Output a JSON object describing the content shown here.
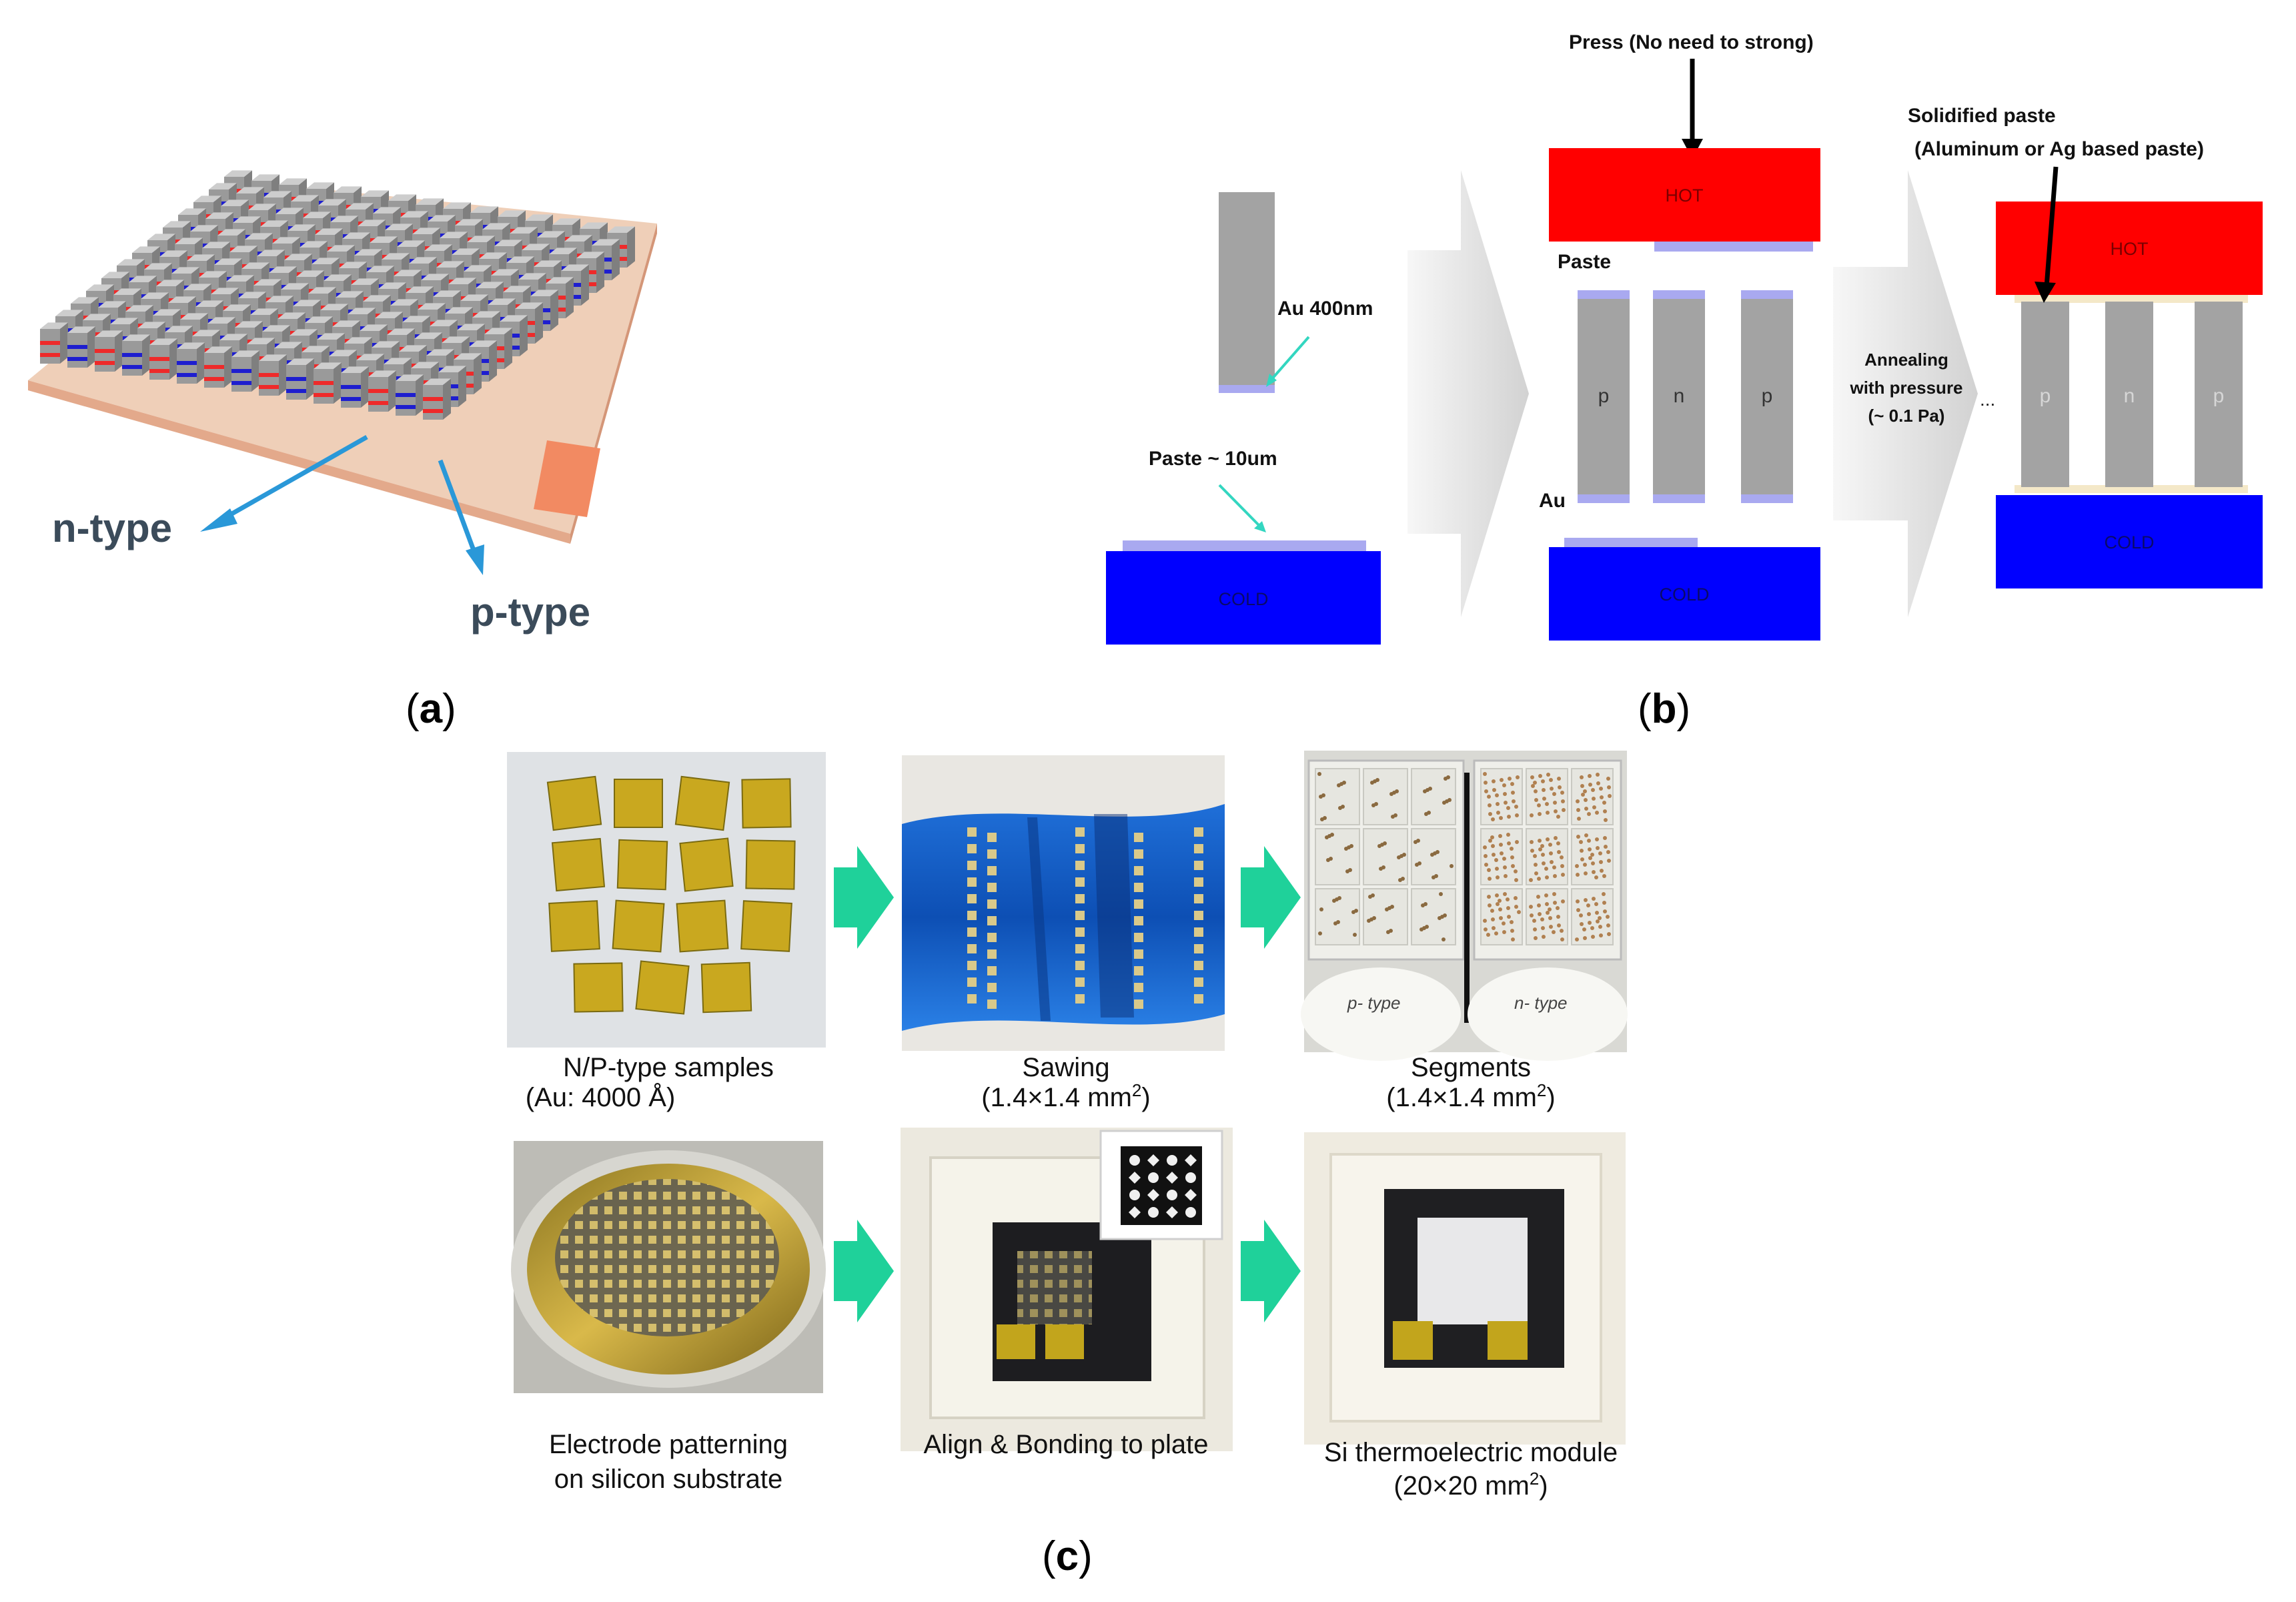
{
  "panel_labels": {
    "open": "(",
    "a": "a",
    "b": "b",
    "c": "c",
    "close": ")"
  },
  "panel_a": {
    "n_type": "n-type",
    "p_type": "p-type"
  },
  "panel_b": {
    "press": "Press (No need to strong)",
    "solidified_1": "Solidified paste",
    "solidified_2": "(Aluminum or Ag based paste)",
    "hot": "HOT",
    "cold": "COLD",
    "au_400": "Au  400nm",
    "paste_10": "Paste  ~ 10um",
    "paste": "Paste",
    "au": "Au",
    "leg_p": "p",
    "leg_n": "n",
    "annealing_1": "Annealing",
    "annealing_2": "with pressure",
    "annealing_3": "(~ 0.1 Pa)",
    "ellipsis": "..."
  },
  "panel_c": {
    "captions": [
      {
        "line1": "N/P-type samples",
        "line2": "(Au: 4000 Å)"
      },
      {
        "line1": "Sawing",
        "line2": "(1.4×1.4  mm",
        "sup": "2",
        "tail": ")"
      },
      {
        "line1": "Segments",
        "line2": "(1.4×1.4  mm",
        "sup": "2",
        "tail": ")"
      },
      {
        "line1": "Electrode patterning",
        "line2": "on silicon substrate"
      },
      {
        "line1": "Align & Bonding to plate"
      },
      {
        "line1": "Si thermoelectric module",
        "line2": "(20×20  mm",
        "sup": "2",
        "tail": ")"
      }
    ],
    "handwritten_p": "p- type",
    "handwritten_n": "n- type"
  },
  "colors": {
    "hot": "#ff0000",
    "cold": "#0000ff",
    "leg": "#a3a3a3",
    "au_layer": "#a9a9f0",
    "paste_layer": "#f4e8c8",
    "arrow_c": "#1fd19a",
    "leader_b": "#33d6c0",
    "leader_a": "#2a98d8",
    "gold": "#c2a51c"
  }
}
